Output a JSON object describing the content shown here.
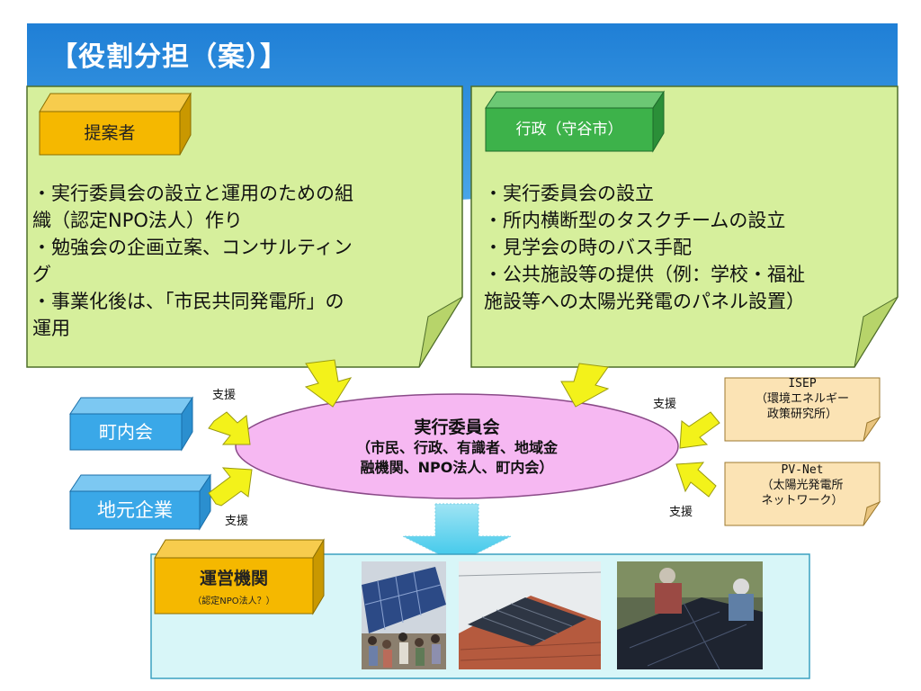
{
  "title": "【役割分担（案）】",
  "proposer": {
    "label": "提案者",
    "lines": [
      "・実行委員会の設立と運用のための組",
      "織（認定NPO法人）作り",
      "・勉強会の企画立案、コンサルティン",
      "グ",
      "・事業化後は、「市民共同発電所」の",
      "運用"
    ]
  },
  "administration": {
    "label": "行政（守谷市）",
    "lines": [
      "・実行委員会の設立",
      "・所内横断型のタスクチームの設立",
      "・見学会の時のバス手配",
      "・公共施設等の提供（例：学校・福祉",
      "施設等への太陽光発電のパネル設置）"
    ]
  },
  "committee": {
    "title": "実行委員会",
    "line1": "（市民、行政、有識者、地域金",
    "line2": "融機関、NPO法人、町内会）"
  },
  "support_label": "支援",
  "chonaikai": {
    "label": "町内会"
  },
  "local_companies": {
    "label": "地元企業"
  },
  "isep": {
    "line1": "ISEP",
    "line2": "（環境エネルギー",
    "line3": "政策研究所）"
  },
  "pvnet": {
    "line1": "PV-Net",
    "line2": "（太陽光発電所",
    "line3": "ネットワーク）"
  },
  "operator": {
    "label": "運営機関",
    "sub": "（認定NPO法人？）"
  },
  "colors": {
    "header": "#2e86d8",
    "note": "#d6ef9c",
    "proposer": "#f5b800",
    "admin": "#3db24a",
    "blue_box": "#3aa8e8",
    "ellipse": "#f6b8f2",
    "arrow": "#f3f21a",
    "tag": "#fbe3b4",
    "bottom_panel": "#d8f6f8"
  }
}
